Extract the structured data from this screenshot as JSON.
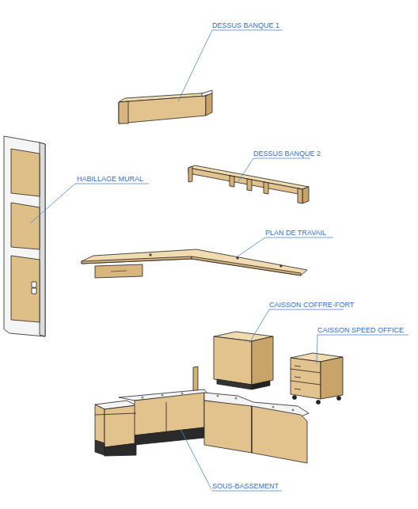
{
  "diagram": {
    "labels": [
      "DESSUS BANQUE 1",
      "DESSUS BANQUE 2",
      "HABILLAGE MURAL",
      "PLAN DE TRAVAIL",
      "CAISSON COFFRE-FORT",
      "CAISSON SPEED OFFICE",
      "SOUS-BASSEMENT"
    ]
  }
}
